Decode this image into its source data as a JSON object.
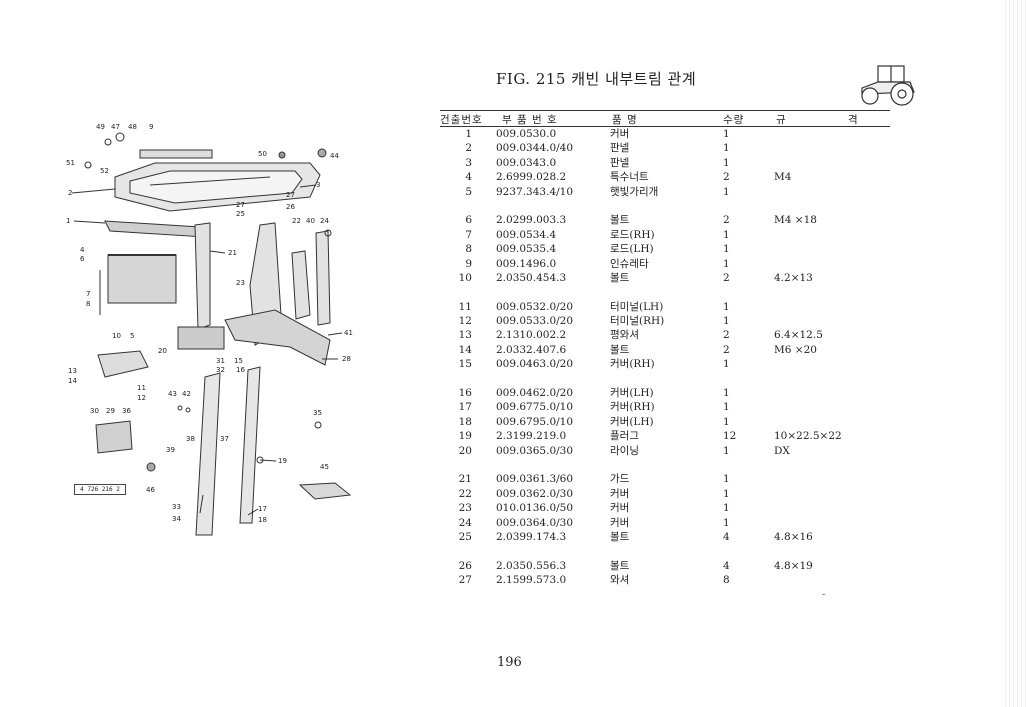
{
  "title": "FIG. 215 캐빈 내부트림 관계",
  "page_number": "196",
  "diagram_ref": "4 726 216 2",
  "headers": {
    "no": "건출번호",
    "part": "부 품 번 호",
    "name": "품    명",
    "qty": "수량",
    "spec": "규",
    "spec2": "격"
  },
  "rows": [
    {
      "no": "1",
      "part": "009.0530.0",
      "name": "커버",
      "qty": "1",
      "spec": ""
    },
    {
      "no": "2",
      "part": "009.0344.0/40",
      "name": "판넬",
      "qty": "1",
      "spec": ""
    },
    {
      "no": "3",
      "part": "009.0343.0",
      "name": "판넬",
      "qty": "1",
      "spec": ""
    },
    {
      "no": "4",
      "part": "2.6999.028.2",
      "name": "특수너트",
      "qty": "2",
      "spec": "M4"
    },
    {
      "no": "5",
      "part": "9237.343.4/10",
      "name": "햇빛가리개",
      "qty": "1",
      "spec": ""
    },
    {
      "no": "6",
      "part": "2.0299.003.3",
      "name": "볼트",
      "qty": "2",
      "spec": "M4 ×18"
    },
    {
      "no": "7",
      "part": "009.0534.4",
      "name": "로드(RH)",
      "qty": "1",
      "spec": ""
    },
    {
      "no": "8",
      "part": "009.0535.4",
      "name": "로드(LH)",
      "qty": "1",
      "spec": ""
    },
    {
      "no": "9",
      "part": "009.1496.0",
      "name": "인슈레타",
      "qty": "1",
      "spec": ""
    },
    {
      "no": "10",
      "part": "2.0350.454.3",
      "name": "볼트",
      "qty": "2",
      "spec": "4.2×13"
    },
    {
      "no": "11",
      "part": "009.0532.0/20",
      "name": "터미널(LH)",
      "qty": "1",
      "spec": ""
    },
    {
      "no": "12",
      "part": "009.0533.0/20",
      "name": "터미널(RH)",
      "qty": "1",
      "spec": ""
    },
    {
      "no": "13",
      "part": "2.1310.002.2",
      "name": "평와셔",
      "qty": "2",
      "spec": "6.4×12.5"
    },
    {
      "no": "14",
      "part": "2.0332.407.6",
      "name": "볼트",
      "qty": "2",
      "spec": "M6 ×20"
    },
    {
      "no": "15",
      "part": "009.0463.0/20",
      "name": "커버(RH)",
      "qty": "1",
      "spec": ""
    },
    {
      "no": "16",
      "part": "009.0462.0/20",
      "name": "커버(LH)",
      "qty": "1",
      "spec": ""
    },
    {
      "no": "17",
      "part": "009.6775.0/10",
      "name": "커버(RH)",
      "qty": "1",
      "spec": ""
    },
    {
      "no": "18",
      "part": "009.6795.0/10",
      "name": "커버(LH)",
      "qty": "1",
      "spec": ""
    },
    {
      "no": "19",
      "part": "2.3199.219.0",
      "name": "플러그",
      "qty": "12",
      "spec": "10×22.5×22"
    },
    {
      "no": "20",
      "part": "009.0365.0/30",
      "name": "라이닝",
      "qty": "1",
      "spec": "DX"
    },
    {
      "no": "21",
      "part": "009.0361.3/60",
      "name": "가드",
      "qty": "1",
      "spec": ""
    },
    {
      "no": "22",
      "part": "009.0362.0/30",
      "name": "커버",
      "qty": "1",
      "spec": ""
    },
    {
      "no": "23",
      "part": "010.0136.0/50",
      "name": "커버",
      "qty": "1",
      "spec": ""
    },
    {
      "no": "24",
      "part": "009.0364.0/30",
      "name": "커버",
      "qty": "1",
      "spec": ""
    },
    {
      "no": "25",
      "part": "2.0399.174.3",
      "name": "볼트",
      "qty": "4",
      "spec": "4.8×16"
    },
    {
      "no": "26",
      "part": "2.0350.556.3",
      "name": "볼트",
      "qty": "4",
      "spec": "4.8×19"
    },
    {
      "no": "27",
      "part": "2.1599.573.0",
      "name": "와셔",
      "qty": "8",
      "spec": ""
    }
  ],
  "callouts": [
    {
      "label": "49"
    },
    {
      "label": "47"
    },
    {
      "label": "48"
    },
    {
      "label": "9"
    },
    {
      "label": "50"
    },
    {
      "label": "44"
    },
    {
      "label": "51"
    },
    {
      "label": "52"
    },
    {
      "label": "2"
    },
    {
      "label": "3"
    },
    {
      "label": "27"
    },
    {
      "label": "26"
    },
    {
      "label": "27"
    },
    {
      "label": "25"
    },
    {
      "label": "1"
    },
    {
      "label": "22"
    },
    {
      "label": "40"
    },
    {
      "label": "24"
    },
    {
      "label": "4"
    },
    {
      "label": "6"
    },
    {
      "label": "21"
    },
    {
      "label": "23"
    },
    {
      "label": "7"
    },
    {
      "label": "8"
    },
    {
      "label": "10"
    },
    {
      "label": "5"
    },
    {
      "label": "41"
    },
    {
      "label": "20"
    },
    {
      "label": "31"
    },
    {
      "label": "15"
    },
    {
      "label": "28"
    },
    {
      "label": "32"
    },
    {
      "label": "16"
    },
    {
      "label": "13"
    },
    {
      "label": "14"
    },
    {
      "label": "11"
    },
    {
      "label": "12"
    },
    {
      "label": "43"
    },
    {
      "label": "42"
    },
    {
      "label": "30"
    },
    {
      "label": "29"
    },
    {
      "label": "36"
    },
    {
      "label": "35"
    },
    {
      "label": "38"
    },
    {
      "label": "37"
    },
    {
      "label": "39"
    },
    {
      "label": "19"
    },
    {
      "label": "45"
    },
    {
      "label": "46"
    },
    {
      "label": "33"
    },
    {
      "label": "34"
    },
    {
      "label": "17"
    },
    {
      "label": "18"
    }
  ]
}
